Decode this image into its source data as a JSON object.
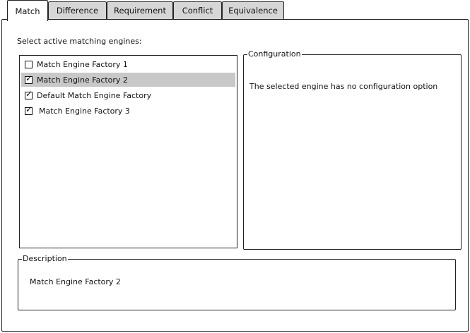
{
  "tabs": [
    {
      "label": "Match",
      "active": true
    },
    {
      "label": "Difference",
      "active": false
    },
    {
      "label": "Requirement",
      "active": false
    },
    {
      "label": "Conflict",
      "active": false
    },
    {
      "label": "Equivalence",
      "active": false
    }
  ],
  "match": {
    "select_label": "Select active matching engines:",
    "engines": [
      {
        "label": "Match Engine Factory 1",
        "checked": false,
        "selected": false
      },
      {
        "label": "Match Engine Factory 2",
        "checked": true,
        "selected": true
      },
      {
        "label": "Default Match Engine Factory",
        "checked": true,
        "selected": false
      },
      {
        "label": "Match Engine Factory 3",
        "checked": true,
        "selected": false
      }
    ],
    "configuration": {
      "legend": "Configuration",
      "message": "The selected engine has no configuration option"
    },
    "description": {
      "legend": "Description",
      "text": "Match Engine Factory 2"
    }
  },
  "colors": {
    "selected_row": "#c8c8c8",
    "tab_inactive": "#d6d6d6",
    "border": "#222222"
  }
}
